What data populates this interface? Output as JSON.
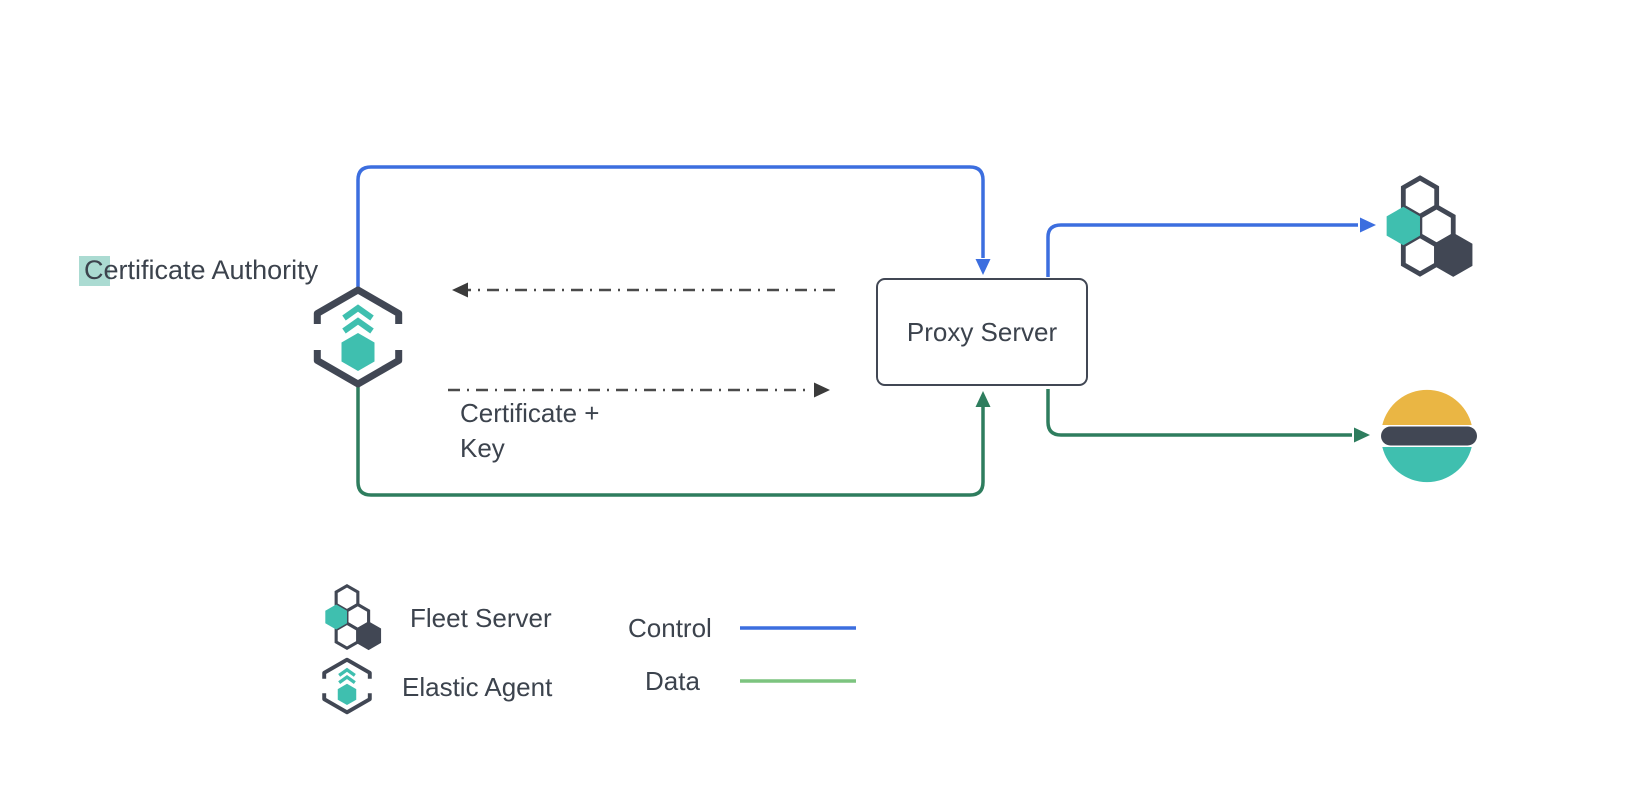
{
  "colors": {
    "control": "#3C6EDF",
    "data": "#2E7D5E",
    "teal": "#3FBFAF",
    "dark": "#414754",
    "yellow": "#EAB644",
    "text": "#3C434D",
    "dashed": "#4A4A4A",
    "highlight": "#8FCFC3"
  },
  "nodes": {
    "certificate_authority": {
      "label": "Certificate Authority"
    },
    "proxy_server": {
      "label": "Proxy Server"
    },
    "elastic_agent": {
      "icon": "elastic-agent-icon"
    },
    "fleet_server": {
      "icon": "fleet-server-icon"
    },
    "elasticsearch": {
      "icon": "elasticsearch-icon"
    }
  },
  "edges": {
    "certificate_key_label": "Certificate +\nKey"
  },
  "legend": {
    "items": [
      {
        "icon": "fleet-server-icon",
        "label": "Fleet Server"
      },
      {
        "icon": "elastic-agent-icon",
        "label": "Elastic Agent"
      }
    ],
    "lines": [
      {
        "label": "Control",
        "color": "#3C6EDF"
      },
      {
        "label": "Data",
        "color": "#7CC47F"
      }
    ]
  }
}
